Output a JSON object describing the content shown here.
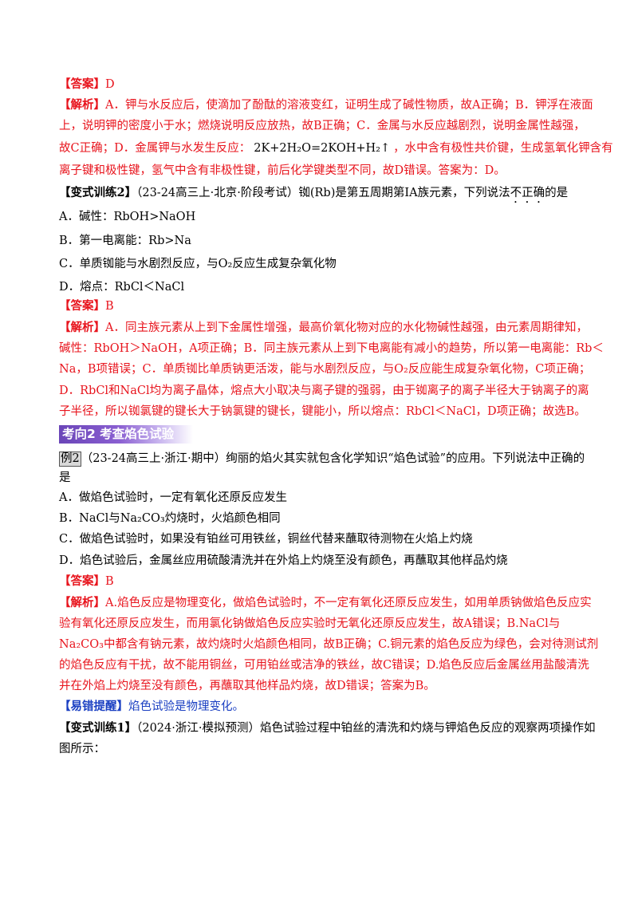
{
  "block1": {
    "answer_tag": "【答案】",
    "answer": "D",
    "analysis_tag": "【解析】",
    "analysis_lines": [
      "A．钾与水反应后，使滴加了酚酞的溶液变红，证明生成了碱性物质，故A正确；B．钾浮在液面",
      "上，说明钾的密度小于水；燃烧说明反应放热，故B正确；C．金属与水反应越剧烈，说明金属性越强，",
      "故C正确；D．金属钾与水发生反应：",
      "，水中含有极性共价键，生成氢氧化钾含有",
      "离子键和极性键，氢气中含有非极性键，前后化学键类型不同，故D错误。答案为：D。"
    ],
    "equation": "2K+2H₂O=2KOH+H₂↑"
  },
  "drill2": {
    "tag": "【变式训练2】",
    "stem_before": "（23-24高三上·北京·阶段考试）铷(Rb)是第五周期第IA族元素，下列说法",
    "stem_emph": "不正确",
    "stem_after": "的是",
    "options": [
      "A．碱性：RbOH>NaOH",
      "B．第一电离能：Rb>Na",
      "C．单质铷能与水剧烈反应，与O₂反应生成复杂氧化物",
      "D．熔点：RbCl＜NaCl"
    ],
    "answer_tag": "【答案】",
    "answer": "B",
    "analysis_tag": "【解析】",
    "analysis_lines": [
      "A．同主族元素从上到下金属性增强，最高价氧化物对应的水化物碱性越强，由元素周期律知，",
      "碱性：RbOH＞NaOH，A项正确；B．同主族元素从上到下电离能有减小的趋势，所以第一电离能：Rb＜",
      "Na，B项错误；C．单质铷比单质钠更活泼，能与水剧烈反应，与O₂反应能生成复杂氧化物，C项正确；",
      "D．RbCl和NaCl均为离子晶体，熔点大小取决与离子键的强弱，由于铷离子的离子半径大于钠离子的离",
      "子半径，所以铷氯键的键长大于钠氯键的键长，键能小，所以熔点：RbCl＜NaCl，D项正确；故选B。"
    ]
  },
  "section": {
    "heading": "考向2  考查焰色试验"
  },
  "example2": {
    "tag": "例2",
    "stem_line1": "（23-24高三上·浙江·期中）绚丽的焰火其实就包含化学知识“焰色试验”的应用。下列说法中正确的",
    "stem_line2": "是",
    "options": [
      "A．做焰色试验时，一定有氧化还原反应发生",
      "B．NaCl与Na₂CO₃灼烧时，火焰颜色相同",
      "C．做焰色试验时，如果没有铂丝可用铁丝，铜丝代替来蘸取待测物在火焰上灼烧",
      "D．焰色试验后，金属丝应用硫酸清洗并在外焰上灼烧至没有颜色，再蘸取其他样品灼烧"
    ],
    "answer_tag": "【答案】",
    "answer": "B",
    "analysis_tag": "【解析】",
    "analysis_lines": [
      "A.焰色反应是物理变化，做焰色试验时，不一定有氧化还原反应发生，如用单质钠做焰色反应实",
      "验有氧化还原反应发生，而用氯化钠做焰色反应实验时无氧化还原反应发生，故A错误；B.NaCl与",
      "Na₂CO₃中都含有钠元素，故灼烧时火焰颜色相同，故B正确；C.铜元素的焰色反应为绿色，会对待测试剂",
      "的焰色反应有干扰，故不能用铜丝，可用铂丝或洁净的铁丝，故C错误；D.焰色反应后金属丝用盐酸清洗",
      "并在外焰上灼烧至没有颜色，再蘸取其他样品灼烧，故D错误；答案为B。"
    ],
    "tip_tag": "【易错提醒】",
    "tip": "焰色试验是物理变化。"
  },
  "drill1": {
    "tag": "【变式训练1】",
    "stem_line1": "（2024·浙江·模拟预测）焰色试验过程中铂丝的清洗和灼烧与钾焰色反应的观察两项操作如",
    "stem_line2": "图所示："
  }
}
